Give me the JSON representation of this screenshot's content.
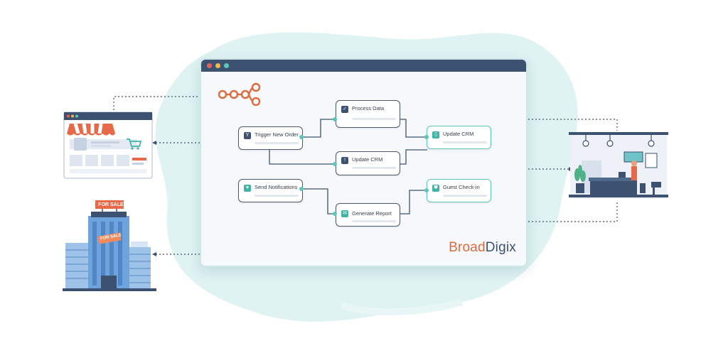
{
  "colors": {
    "accent_orange": "#e0693a",
    "accent_teal": "#5cc7b8",
    "navy": "#3c5270",
    "blob": "#dff3f3"
  },
  "window": {
    "titlebar_dots": [
      "#e8605a",
      "#f1b84a",
      "#5cc7b8"
    ]
  },
  "logo_icon": "n8n-workflow-icon",
  "workflow": {
    "nodes": [
      {
        "id": "trigger",
        "label": "Trigger New Order",
        "icon": "y-trigger-icon"
      },
      {
        "id": "process",
        "label": "Process Data",
        "icon": "check-icon"
      },
      {
        "id": "update_crm_center",
        "label": "Update CRM",
        "icon": "alert-icon"
      },
      {
        "id": "update_crm_right",
        "label": "Update CRM",
        "icon": "clipboard-icon"
      },
      {
        "id": "notifications",
        "label": "Send Notifications",
        "icon": "heart-icon"
      },
      {
        "id": "report",
        "label": "Generate Report",
        "icon": "mail-icon"
      },
      {
        "id": "checkin",
        "label": "Guest Check-in",
        "icon": "shield-icon"
      }
    ]
  },
  "brand": {
    "part1": "Broad",
    "part2": "Digix"
  },
  "building": {
    "sign_top": "FOR SALE",
    "sign_mid": "FOR SALE"
  }
}
